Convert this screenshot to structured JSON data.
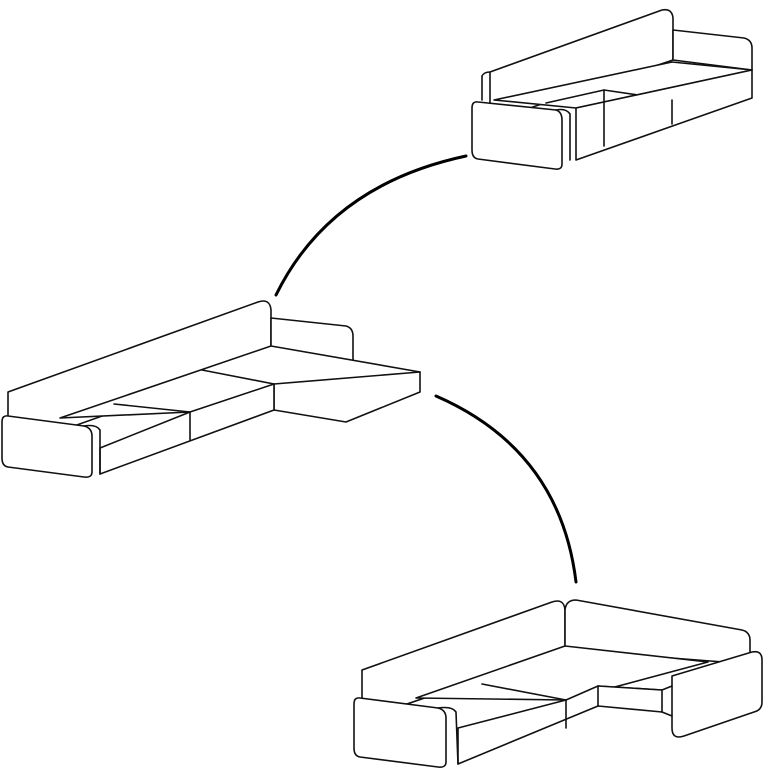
{
  "diagram": {
    "kind": "modular-sofa-configurations",
    "stroke_color": "#111111",
    "connector_color": "#000000",
    "background": "#ffffff",
    "nodes": [
      {
        "id": "sofa-three-seat",
        "icon": "three-seat-sofa-icon"
      },
      {
        "id": "sofa-chaise-longue",
        "icon": "chaise-sofa-icon"
      },
      {
        "id": "sofa-corner",
        "icon": "corner-sofa-icon"
      }
    ],
    "edges": [
      {
        "from": "sofa-three-seat",
        "to": "sofa-chaise-longue"
      },
      {
        "from": "sofa-chaise-longue",
        "to": "sofa-corner"
      }
    ]
  }
}
